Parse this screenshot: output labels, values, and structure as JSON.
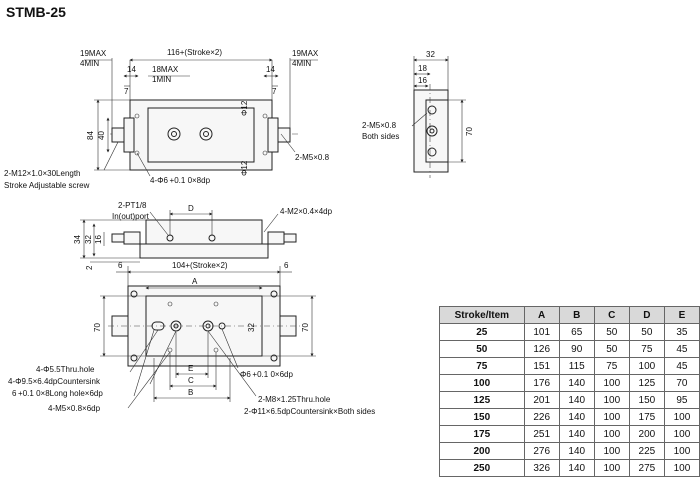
{
  "title": "STMB-25",
  "top_view": {
    "dim_left_max": "19MAX",
    "dim_left_min": "4MIN",
    "dim_total": "116+(Stroke×2)",
    "dim_right_max": "19MAX",
    "dim_right_min": "4MIN",
    "dim_14_left": "14",
    "dim_18max": "18MAX",
    "dim_1min": "1MIN",
    "dim_14_right": "14",
    "dim_7_left": "7",
    "dim_7_right": "7",
    "dim_84": "84",
    "dim_40": "40",
    "dim_phi12_top": "Φ12",
    "dim_phi12_bottom": "Φ12",
    "note_m5": "2-M5×0.8",
    "note_screw_1": "2-M12×1.0×30Length",
    "note_screw_2": "Stroke Adjustable screw",
    "note_phi6": "4-Φ6 +0.1 0×8dp"
  },
  "side_view": {
    "dim_32": "32",
    "dim_18": "18",
    "dim_16": "16",
    "dim_70": "70",
    "note_m5": "2-M5×0.8",
    "note_both": "Both sides"
  },
  "front_view": {
    "note_pt": "2-PT1/8",
    "note_port": "In(out)port",
    "dim_d": "D",
    "note_m2": "4-M2×0.4×4dp",
    "dim_34": "34",
    "dim_32": "32",
    "dim_16": "16",
    "dim_2": "2"
  },
  "bottom_view": {
    "dim_6_left": "6",
    "dim_total": "104+(Stroke×2)",
    "dim_6_right": "6",
    "dim_a": "A",
    "dim_70_left": "70",
    "dim_32": "32",
    "dim_70_right": "70",
    "dim_e": "E",
    "dim_c": "C",
    "dim_b": "B",
    "note_thru": "4-Φ5.5Thru.hole",
    "note_cs": "4-Φ9.5×6.4dpCountersink",
    "note_long": "6 +0.1 0×8Long hole×6dp",
    "note_m5": "4-M5×0.8×6dp",
    "note_phi6": "Φ6 +0.1 0×6dp",
    "note_m8": "2-M8×1.25Thru.hole",
    "note_phi11": "2-Φ11×6.5dpCountersink×Both sides"
  },
  "spec_table": {
    "headers": [
      "Stroke/Item",
      "A",
      "B",
      "C",
      "D",
      "E"
    ],
    "rows": [
      [
        "25",
        "101",
        "65",
        "50",
        "50",
        "35"
      ],
      [
        "50",
        "126",
        "90",
        "50",
        "75",
        "45"
      ],
      [
        "75",
        "151",
        "115",
        "75",
        "100",
        "45"
      ],
      [
        "100",
        "176",
        "140",
        "100",
        "125",
        "70"
      ],
      [
        "125",
        "201",
        "140",
        "100",
        "150",
        "95"
      ],
      [
        "150",
        "226",
        "140",
        "100",
        "175",
        "100"
      ],
      [
        "175",
        "251",
        "140",
        "100",
        "200",
        "100"
      ],
      [
        "200",
        "276",
        "140",
        "100",
        "225",
        "100"
      ],
      [
        "250",
        "326",
        "140",
        "100",
        "275",
        "100"
      ]
    ]
  }
}
